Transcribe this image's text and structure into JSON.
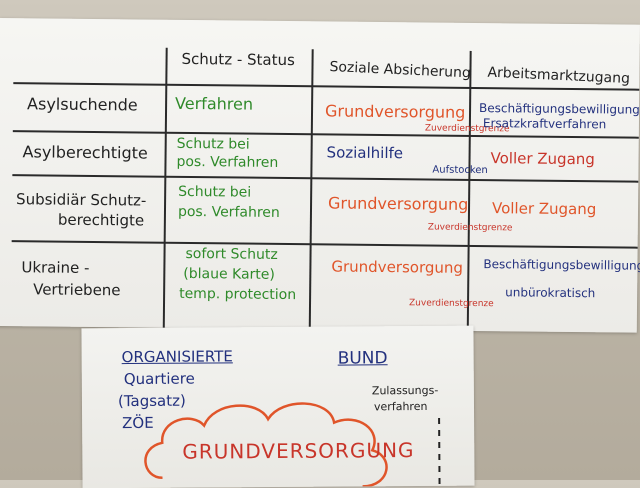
{
  "table": {
    "headers": {
      "col1": "Schutz - Status",
      "col2": "Soziale Absicherung",
      "col3": "Arbeitsmarktzugang"
    },
    "rows": [
      {
        "label": [
          "Asylsuchende"
        ],
        "status": [
          "Verfahren"
        ],
        "social": "Grundversorgung",
        "social_note": "Zuverdienstgrenze",
        "labor": [
          "Beschäftigungsbewilligung",
          "Ersatzkraftverfahren"
        ]
      },
      {
        "label": [
          "Asylberechtigte"
        ],
        "status": [
          "Schutz bei",
          "pos. Verfahren"
        ],
        "social": "Sozialhilfe",
        "social_note": "Aufstocken",
        "labor": [
          "Voller Zugang"
        ]
      },
      {
        "label": [
          "Subsidiär Schutz-",
          "berechtigte"
        ],
        "status": [
          "Schutz bei",
          "pos. Verfahren"
        ],
        "social": "Grundversorgung",
        "social_note": "Zuverdienstgrenze",
        "labor": [
          "Voller Zugang"
        ]
      },
      {
        "label": [
          "Ukraine -",
          "Vertriebene"
        ],
        "status": [
          "sofort Schutz",
          "(blaue Karte)",
          "temp. protection"
        ],
        "social": "Grundversorgung",
        "social_note": "Zuverdienstgrenze",
        "labor": [
          "Beschäftigungsbewilligung",
          "unbürokratisch"
        ]
      }
    ]
  },
  "lower_sheet": {
    "org_title": "ORGANISIERTE",
    "org_lines": [
      "Quartiere",
      "(Tagsatz)",
      "ZÖE"
    ],
    "bund_title": "BUND",
    "bund_lines": [
      "Zulassungs-",
      "verfahren"
    ],
    "cloud_label": "GRUNDVERSORGUNG"
  },
  "colors": {
    "black_marker": "#222222",
    "green_marker": "#2f8a2a",
    "orange_marker": "#e0552a",
    "blue_marker": "#23317e",
    "red_marker": "#c8352a"
  }
}
